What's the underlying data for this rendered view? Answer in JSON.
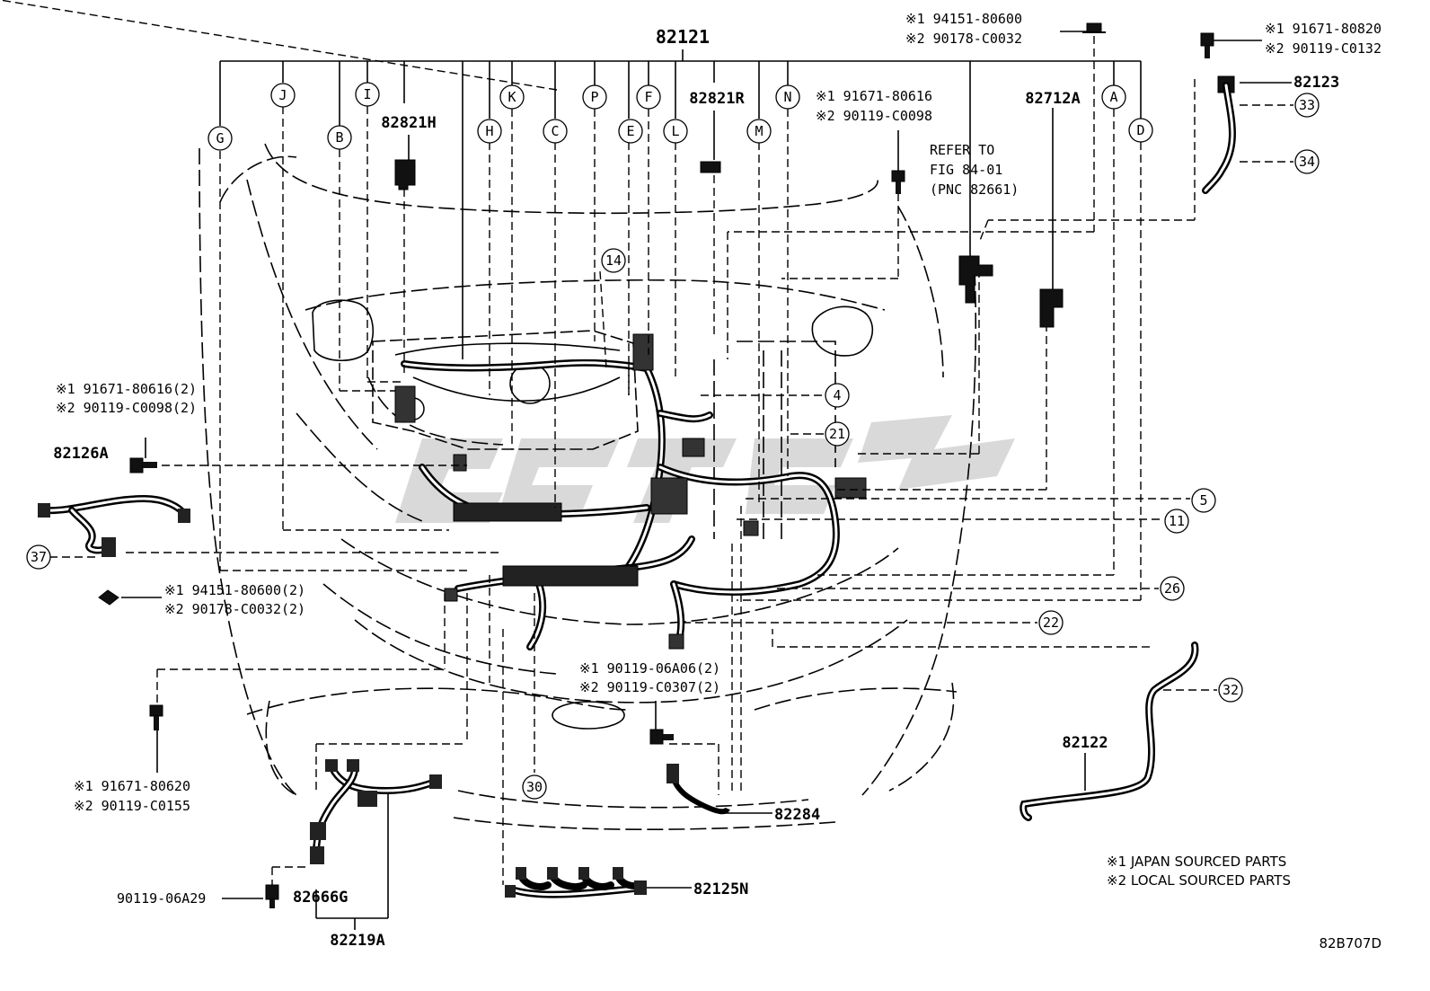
{
  "diagram": {
    "main_part": "82121",
    "letter_callouts": [
      "A",
      "B",
      "C",
      "D",
      "E",
      "F",
      "G",
      "H",
      "I",
      "J",
      "K",
      "L",
      "M",
      "N",
      "P"
    ],
    "number_callouts": [
      "4",
      "5",
      "11",
      "14",
      "21",
      "22",
      "26",
      "30",
      "32",
      "33",
      "34",
      "37"
    ],
    "parts": {
      "p82123": "82123",
      "p82712A": "82712A",
      "p82821H": "82821H",
      "p82821R": "82821R",
      "p82126A": "82126A",
      "p82122": "82122",
      "p82284": "82284",
      "p82125N": "82125N",
      "p82666G": "82666G",
      "p82219A": "82219A"
    },
    "fasteners": {
      "top_center_1": "※1  94151-80600",
      "top_center_2": "※2  90178-C0032",
      "top_right_1": "※1  91671-80820",
      "top_right_2": "※2  90119-C0132",
      "mid_1": "※1  91671-80616",
      "mid_2": "※2  90119-C0098",
      "left_1": "※1 91671-80616(2)",
      "left_2": "※2 90119-C0098(2)",
      "left_lower_1": "※1 94151-80600(2)",
      "left_lower_2": "※2 90178-C0032(2)",
      "center_lower_1": "※1 90119-06A06(2)",
      "center_lower_2": "※2 90119-C0307(2)",
      "bottom_left_1": "※1  91671-80620",
      "bottom_left_2": "※2  90119-C0155",
      "bottom_bolt": "90119-06A29"
    },
    "refer": {
      "line1": "REFER TO",
      "line2": "FIG 84-01",
      "line3": "(PNC 82661)"
    },
    "legend": {
      "l1": "※1 JAPAN SOURCED PARTS",
      "l2": "※2 LOCAL SOURCED PARTS"
    },
    "figure_code": "82B707D"
  }
}
